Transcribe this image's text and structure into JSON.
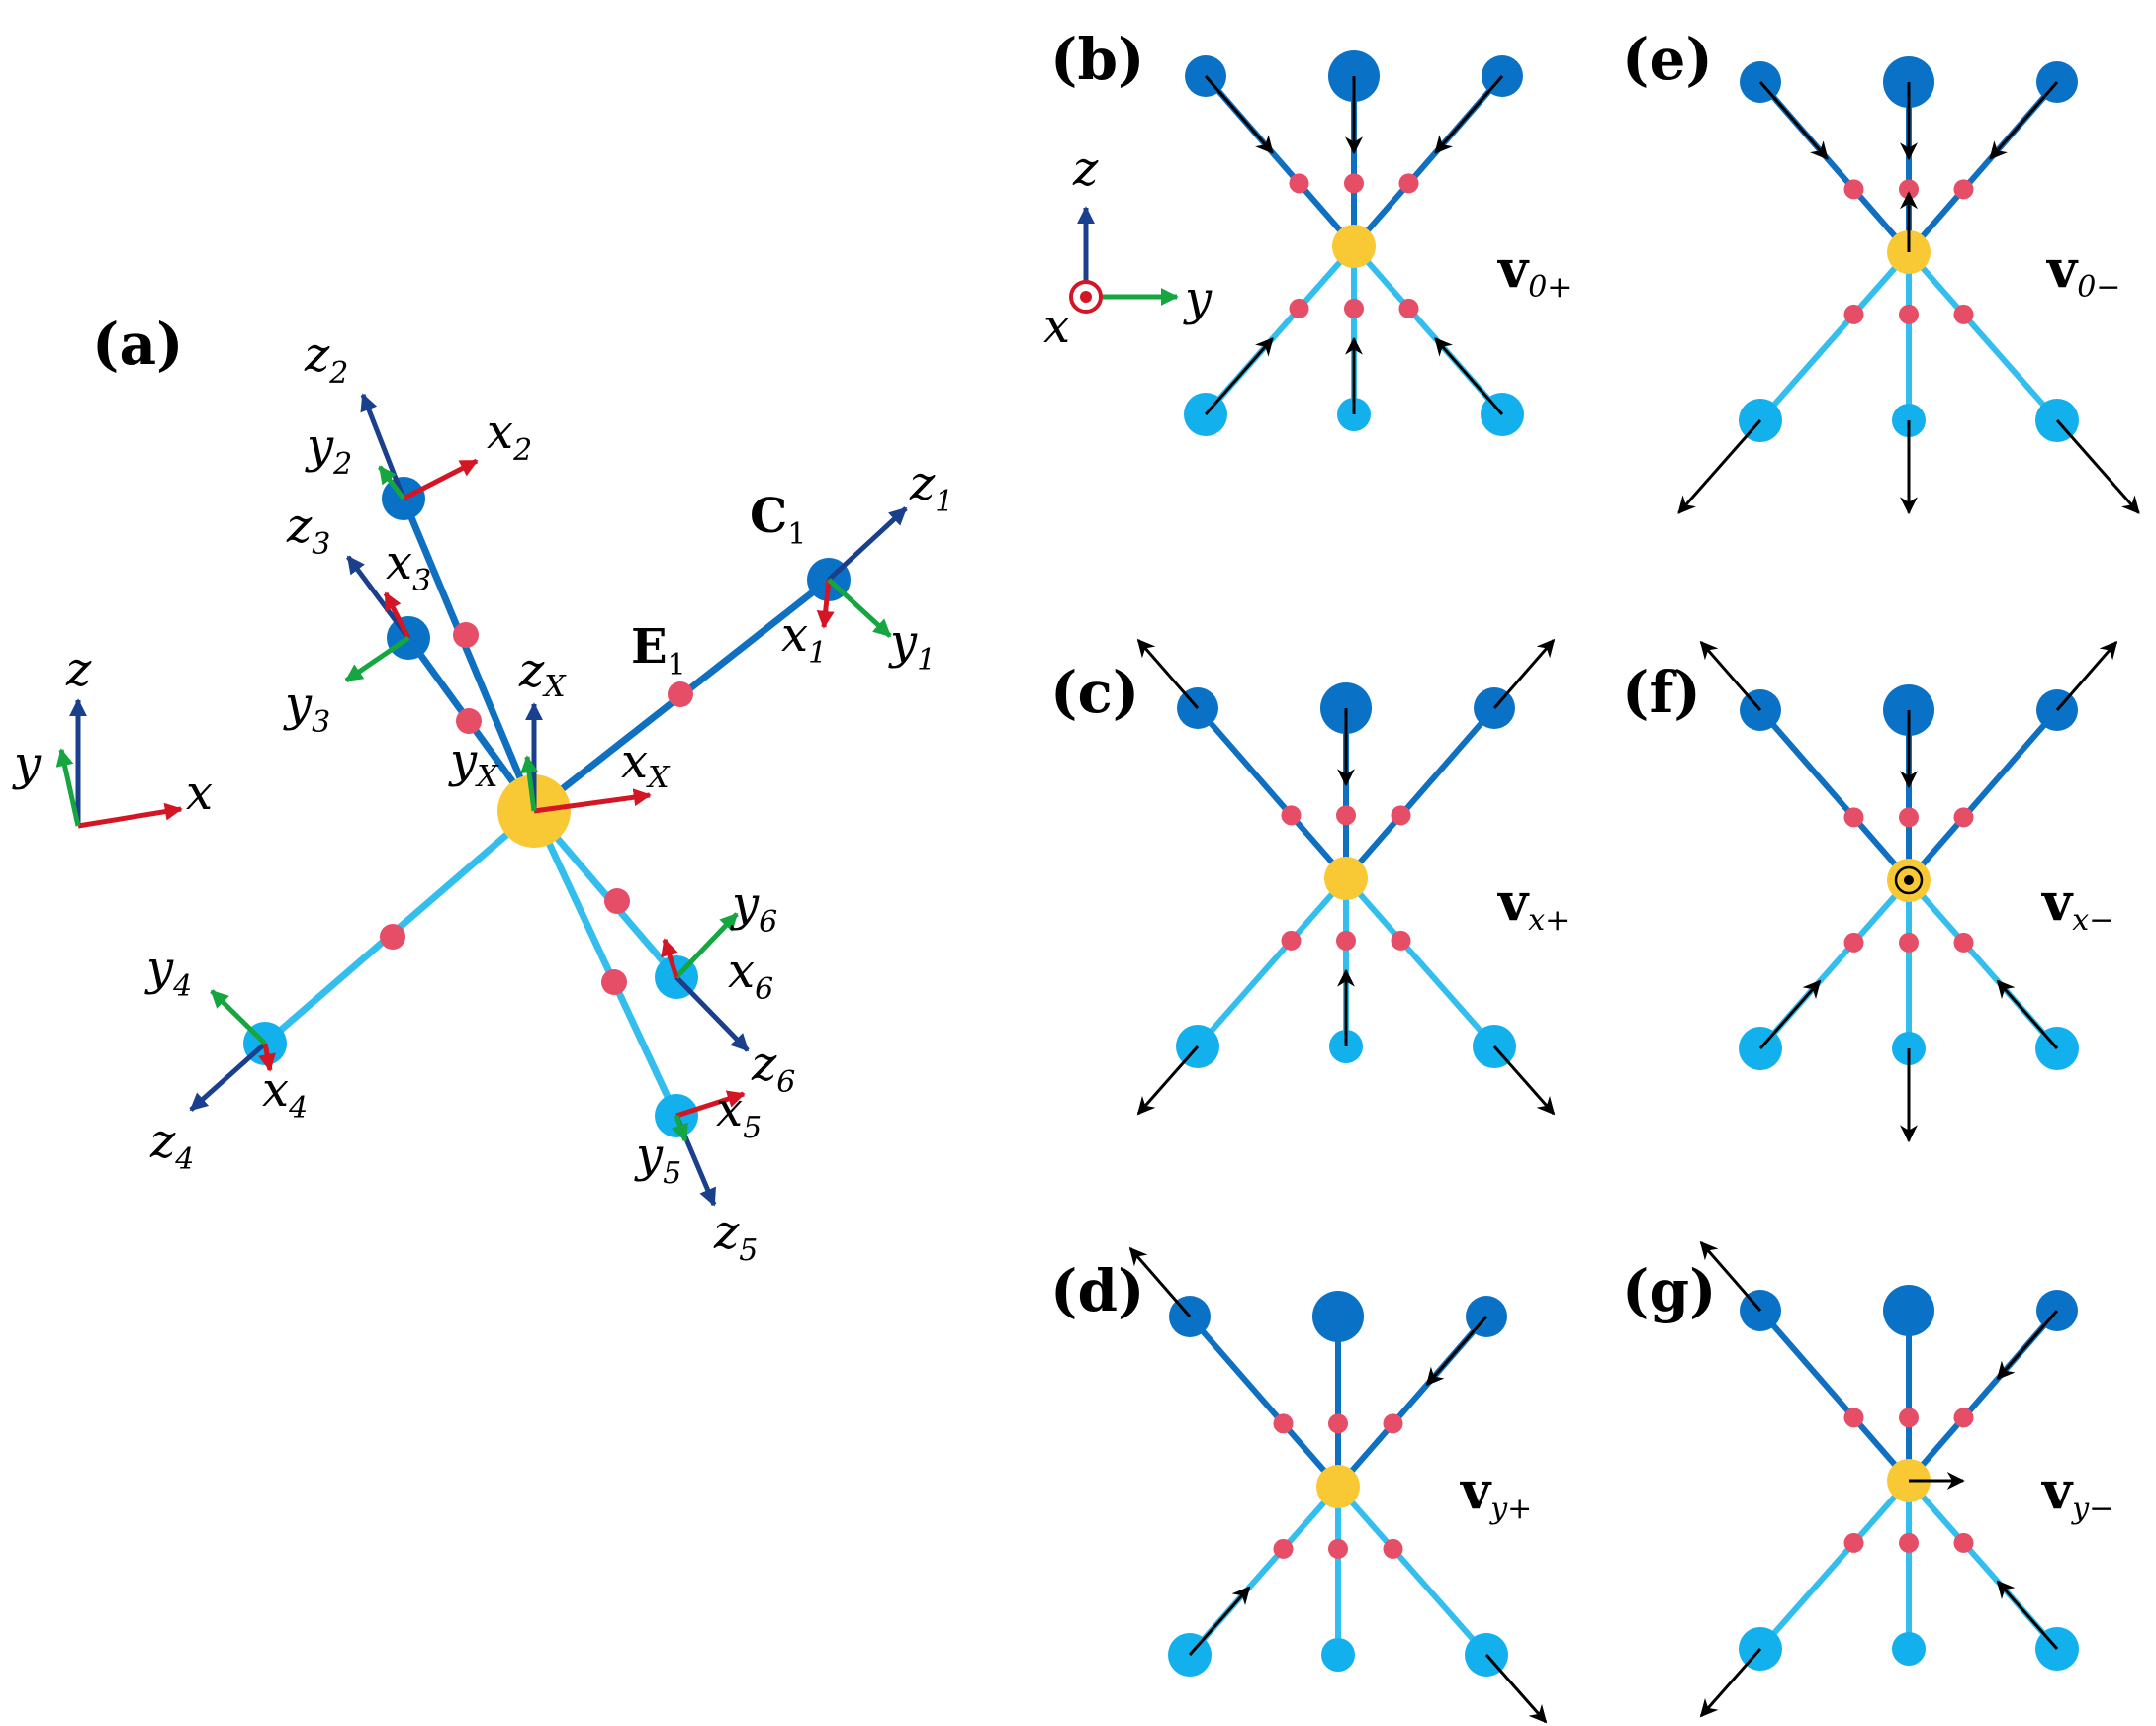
{
  "colors": {
    "upper_atom": "#0A72C6",
    "lower_atom": "#12B0EC",
    "upper_bond": "#0F6FC0",
    "lower_bond": "#34BEEE",
    "center": "#F8C934",
    "bond_mid": "#E54E66",
    "axis_x": "#D41624",
    "axis_y": "#15A63F",
    "axis_z": "#1A3F8C",
    "arrow": "#000000"
  },
  "panel_a": {
    "label": "(a)",
    "global_axes": {
      "x": "x",
      "y": "y",
      "z": "z"
    },
    "center_axes": {
      "x": "x",
      "y": "y",
      "z": "z",
      "sub": "X"
    },
    "E_label": "E",
    "E_sub": "1",
    "C_label": "C",
    "C_sub": "1",
    "ligands": [
      {
        "n": "1",
        "x": "x",
        "y": "y",
        "z": "z"
      },
      {
        "n": "2",
        "x": "x",
        "y": "y",
        "z": "z"
      },
      {
        "n": "3",
        "x": "x",
        "y": "y",
        "z": "z"
      },
      {
        "n": "4",
        "x": "x",
        "y": "y",
        "z": "z"
      },
      {
        "n": "5",
        "x": "x",
        "y": "y",
        "z": "z"
      },
      {
        "n": "6",
        "x": "x",
        "y": "y",
        "z": "z"
      }
    ]
  },
  "panel_b_axes": {
    "x": "x",
    "y": "y",
    "z": "z"
  },
  "modes": [
    {
      "id": "b",
      "label": "(b)",
      "v": "v",
      "sub": "0+"
    },
    {
      "id": "c",
      "label": "(c)",
      "v": "v",
      "sub": "x+"
    },
    {
      "id": "d",
      "label": "(d)",
      "v": "v",
      "sub": "y+"
    },
    {
      "id": "e",
      "label": "(e)",
      "v": "v",
      "sub": "0−"
    },
    {
      "id": "f",
      "label": "(f)",
      "v": "v",
      "sub": "x−"
    },
    {
      "id": "g",
      "label": "(g)",
      "v": "v",
      "sub": "y−"
    }
  ]
}
